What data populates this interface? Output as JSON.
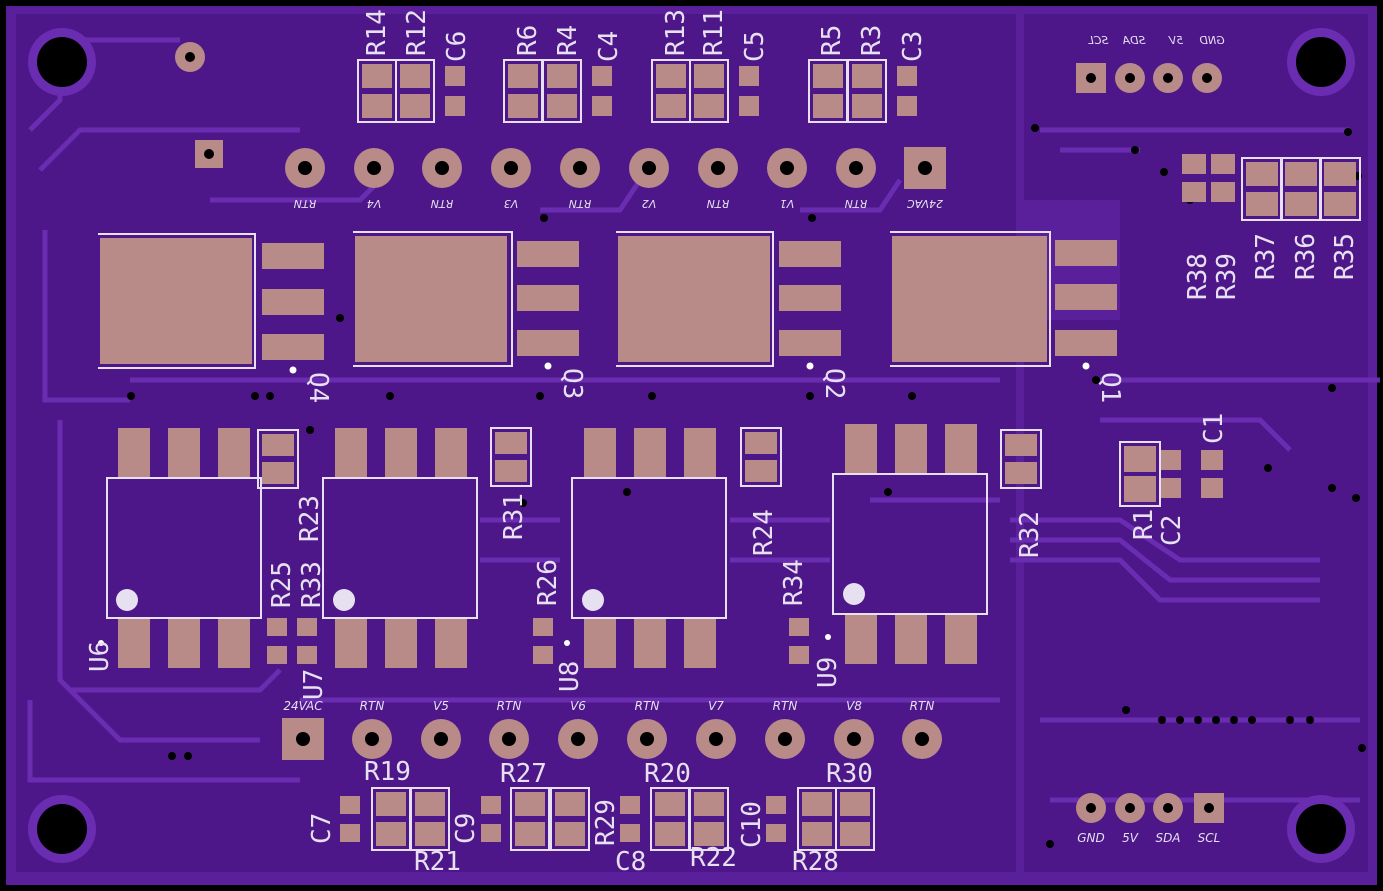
{
  "colors": {
    "substrate": "#5a1f9a",
    "copper": "#4d178a",
    "trace": "#6a2cb0",
    "pad": "#b88a88",
    "silk": "#e6e0f0",
    "hole": "#000000"
  },
  "top_header": {
    "labels": [
      "RTN",
      "V4",
      "RTN",
      "V3",
      "RTN",
      "V2",
      "RTN",
      "V1",
      "RTN",
      "24VAC"
    ]
  },
  "bottom_header": {
    "labels": [
      "24VAC",
      "RTN",
      "V5",
      "RTN",
      "V6",
      "RTN",
      "V7",
      "RTN",
      "V8",
      "RTN"
    ]
  },
  "i2c_top": {
    "labels": [
      "SCL",
      "SDA",
      "5V",
      "GND"
    ]
  },
  "i2c_bottom": {
    "labels": [
      "GND",
      "5V",
      "SDA",
      "SCL"
    ]
  },
  "refdes": {
    "r14": "R14",
    "r12": "R12",
    "c6": "C6",
    "r6": "R6",
    "r4": "R4",
    "c4": "C4",
    "r13": "R13",
    "r11": "R11",
    "c5": "C5",
    "r5": "R5",
    "r3": "R3",
    "c3": "C3",
    "q4": "Q4",
    "q3": "Q3",
    "q2": "Q2",
    "q1": "Q1",
    "r38": "R38",
    "r39": "R39",
    "r37": "R37",
    "r36": "R36",
    "r35": "R35",
    "r23": "R23",
    "r31": "R31",
    "r24": "R24",
    "r32": "R32",
    "r25": "R25",
    "r33": "R33",
    "r26": "R26",
    "r34": "R34",
    "u6": "U6",
    "u7": "U7",
    "u8": "U8",
    "u9": "U9",
    "r1": "R1",
    "c2": "C2",
    "c1": "C1",
    "r19": "R19",
    "r27": "R27",
    "r20": "R20",
    "r30": "R30",
    "c7": "C7",
    "r21": "R21",
    "c9": "C9",
    "r29": "R29",
    "c8": "C8",
    "r22": "R22",
    "c10": "C10",
    "r28": "R28"
  }
}
